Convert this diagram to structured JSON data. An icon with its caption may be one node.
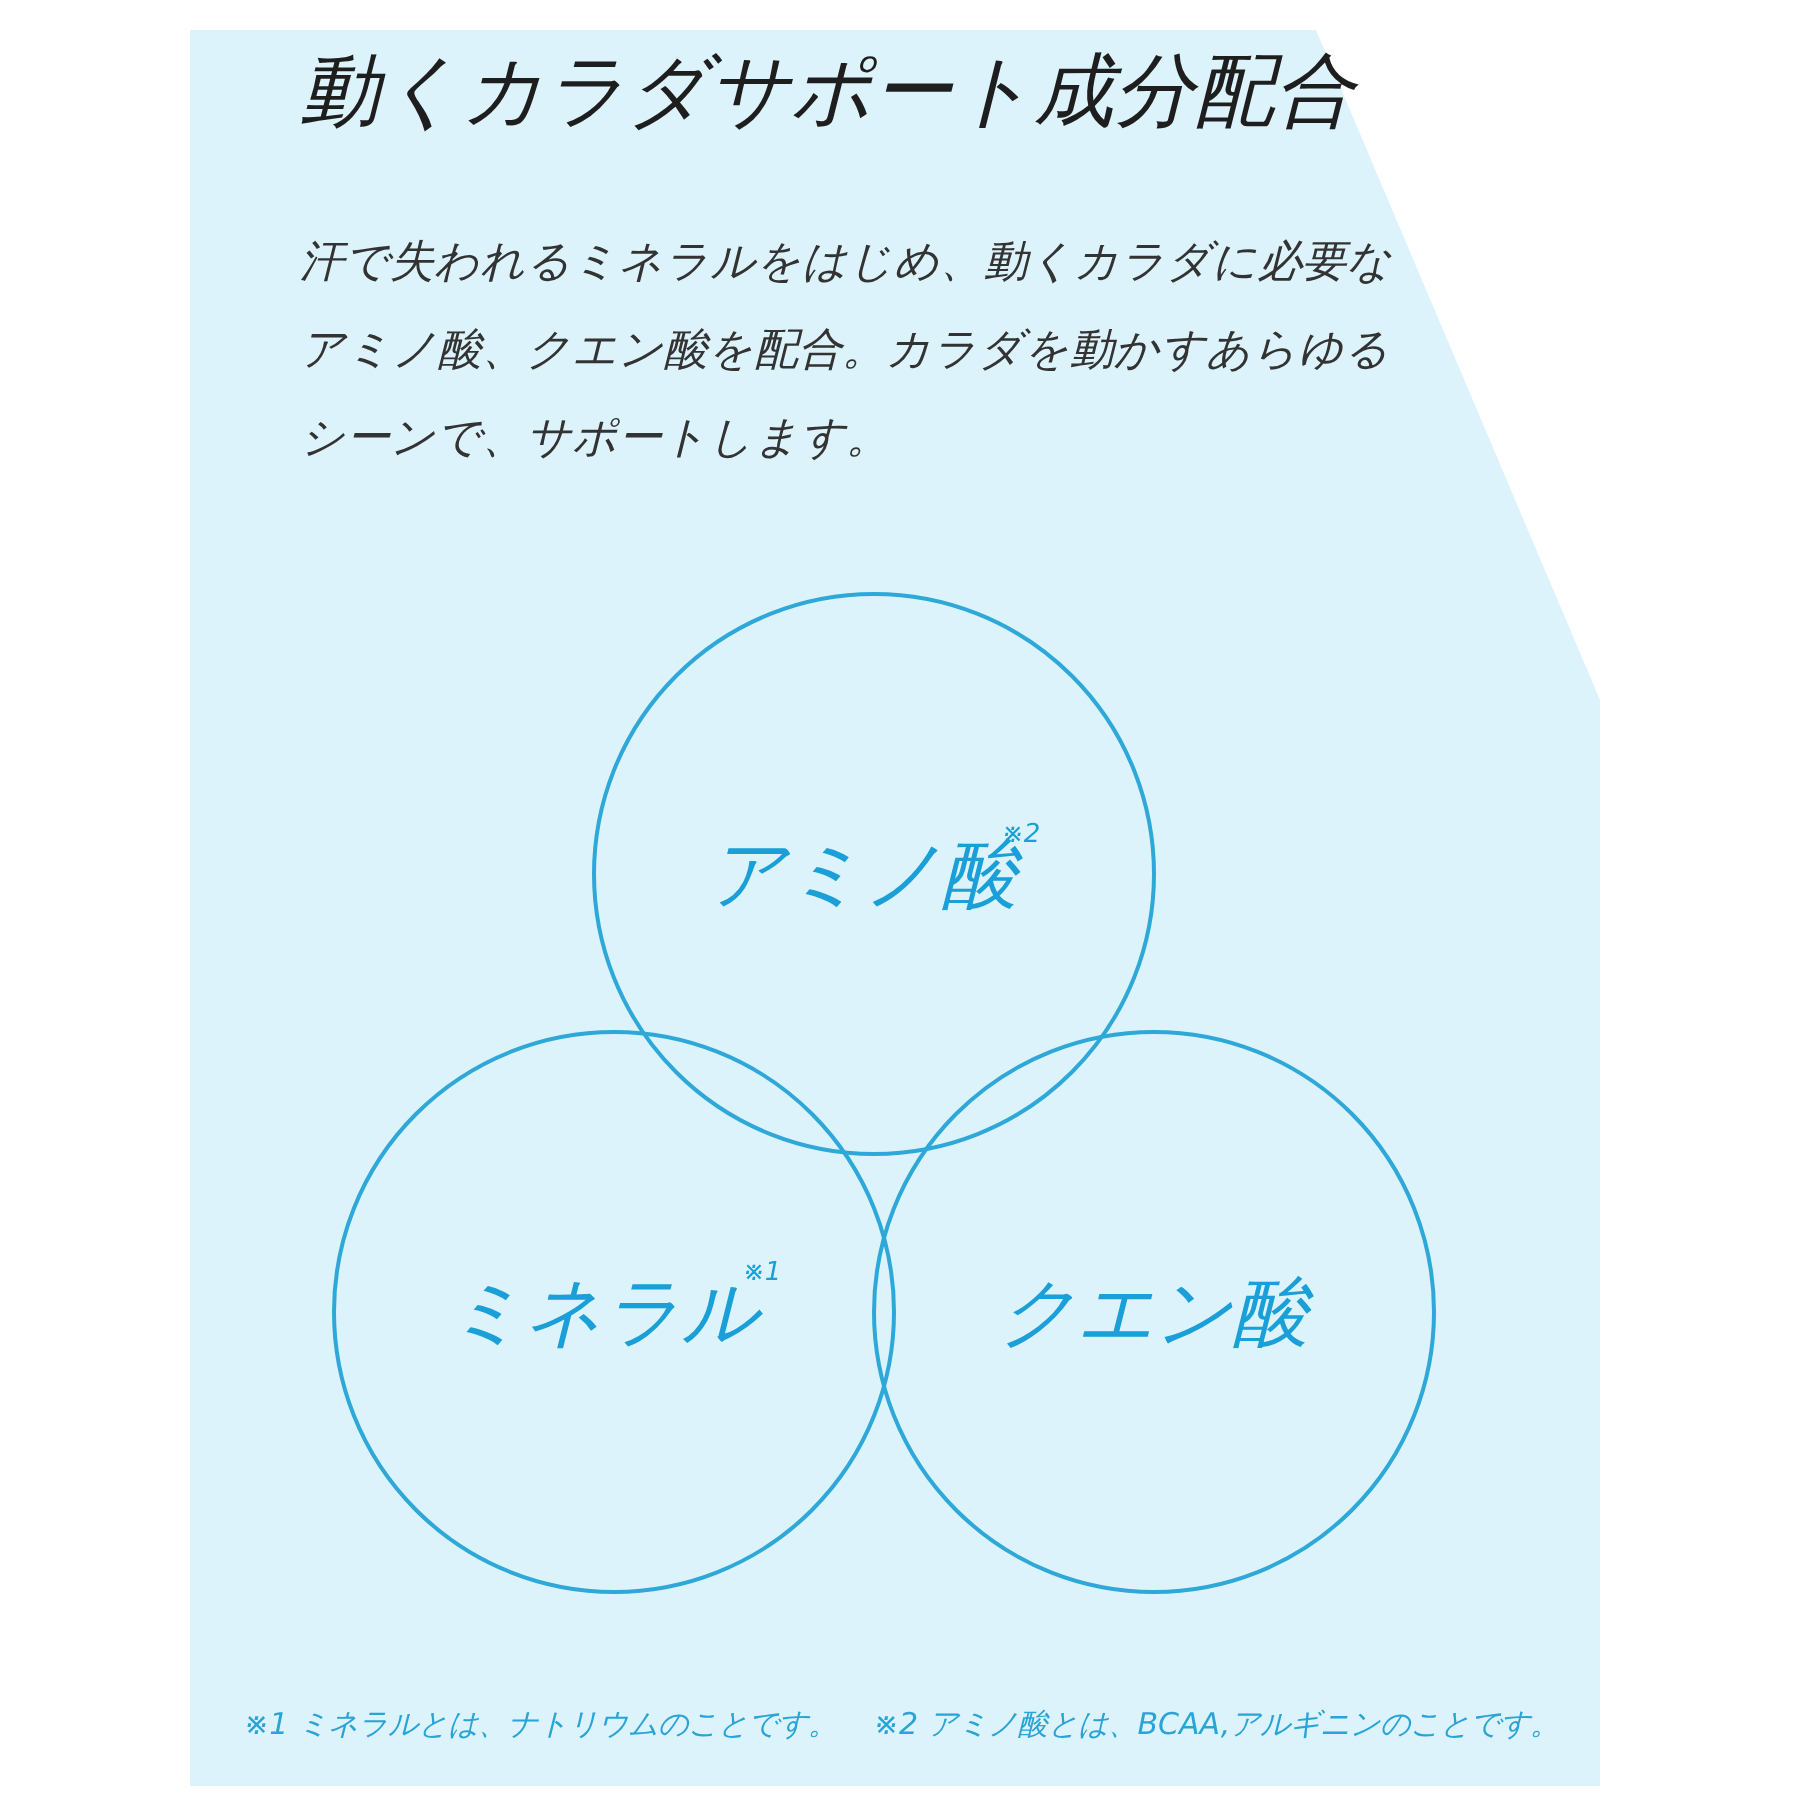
{
  "diagram": {
    "title": "動くカラダサポート成分配合",
    "nodes": [
      {
        "text": [
          "アミノ酸$^{※2}$"
        ]
      },
      {
        "text": [
          "ミネラル$^{※1}$"
        ]
      },
      {
        "text": [
          "クエン酸"
        ]
      }
    ],
    "labels": [
      "汗で失われるミネラルをはじめ、動くカラダに必要なアミノ酸、クエン酸を配合。カラダを動かすあらゆるシーンで、サポートします。",
      "※1 ミネラルとは、ナトリウムのことです。",
      "※2 アミノ酸とは、BCAA,アルギニンのことです。"
    ]
  }
}
